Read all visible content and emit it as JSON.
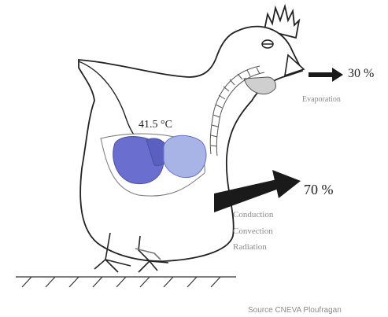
{
  "diagram": {
    "body_temperature": "41.5 °C",
    "evaporation": {
      "percent": "30 %",
      "label": "Evaporation"
    },
    "dry_heat": {
      "percent": "70 %",
      "labels": [
        "Conduction",
        "Convection",
        "Radiation"
      ]
    },
    "source": "Source CNEVA Ploufragan",
    "colors": {
      "ink": "#222222",
      "organ_dark": "#6a6fcf",
      "organ_light": "#a9b4e6",
      "arrow": "#1a1a1a",
      "faded_text": "#8b8b8b"
    }
  }
}
